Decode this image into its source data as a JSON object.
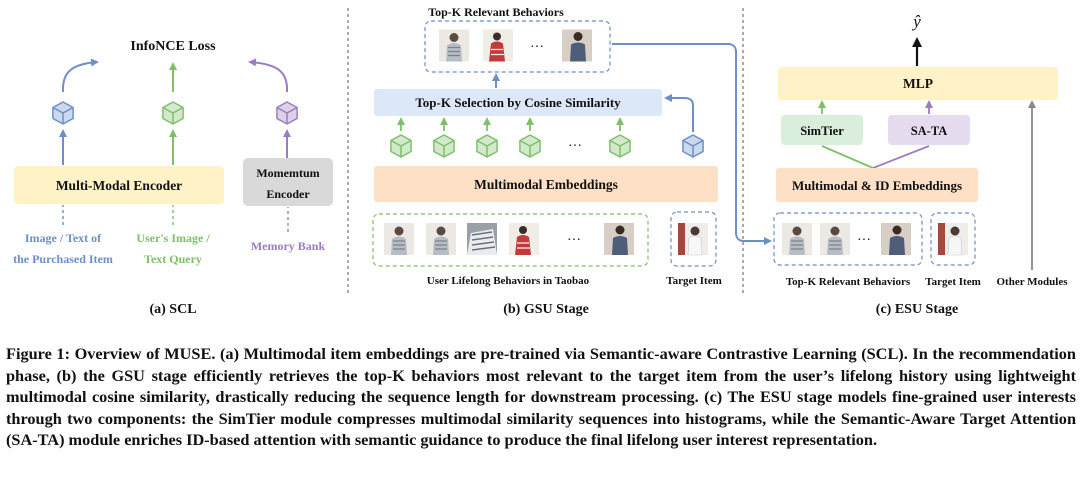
{
  "figure": {
    "scl": {
      "loss": "InfoNCE Loss",
      "encoder": "Multi-Modal Encoder",
      "momentum": [
        "Momemtum",
        "Encoder"
      ],
      "inputs": {
        "item": [
          "Image / Text of",
          "the Purchased Item"
        ],
        "query": [
          "User's Image /",
          "Text Query"
        ],
        "memory": "Memory Bank"
      },
      "label": "(a) SCL"
    },
    "gsu": {
      "topk_title": "Top-K Relevant Behaviors",
      "selection": "Top-K Selection by Cosine Similarity",
      "embeddings": "Multimodal Embeddings",
      "lifelong": "User Lifelong Behaviors in Taobao",
      "target": "Target Item",
      "ellipsis": "···",
      "label": "(b) GSU Stage"
    },
    "esu": {
      "y_hat": "ŷ",
      "mlp": "MLP",
      "simtier": "SimTier",
      "sata": "SA-TA",
      "embeddings": "Multimodal & ID Embeddings",
      "topk": "Top-K Relevant Behaviors",
      "target": "Target Item",
      "other": "Other Modules",
      "ellipsis": "···",
      "label": "(c) ESU Stage"
    }
  },
  "caption": {
    "lead": "Figure 1: Overview of MUSE.",
    "text": " (a) Multimodal item embeddings are pre-trained via Semantic-aware Contrastive Learning (SCL). In the recommendation phase, (b) the GSU stage efficiently retrieves the top-K behaviors most relevant to the target item from the user’s lifelong history using lightweight multimodal cosine similarity, drastically reducing the sequence length for downstream processing. (c) The ESU stage models fine-grained user interests through two components: the SimTier module compresses multimodal similarity sequences into histograms, while the Semantic-Aware Target Attention (SA-TA) module enriches ID-based attention with semantic guidance to produce the final lifelong user interest representation."
  },
  "colors": {
    "blue": "#6d8ec7",
    "green": "#7fbf6a",
    "purple": "#9b7cc0",
    "yellow_box": "#fff2c6",
    "orange_box": "#fde0c6",
    "blue_box": "#dce8f8",
    "green_box": "#d9efdc",
    "purple_box": "#e6dcf0",
    "gray_box": "#d9d9d9"
  }
}
